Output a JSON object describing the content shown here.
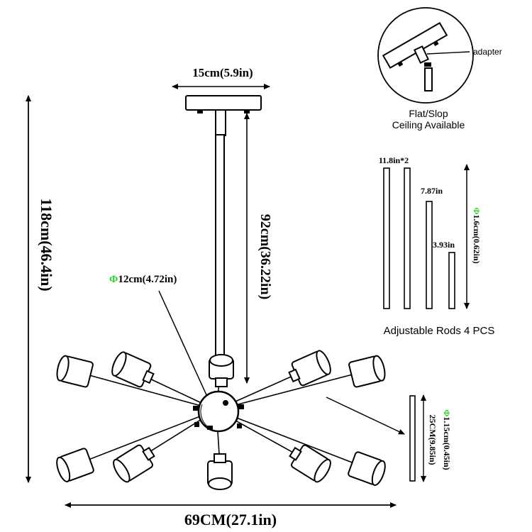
{
  "dimensions": {
    "canopy_width": "15cm(5.9in)",
    "total_height": "118cm(46.4in)",
    "rod_length": "92cm(36.22in)",
    "center_prefix": "Φ",
    "center_diameter": "12cm(4.72in)",
    "total_width": "69CM(27.1in)"
  },
  "inset": {
    "adapter_label": "adapter",
    "ceiling_line1": "Flat/Slop",
    "ceiling_line2": "Ceiling Available"
  },
  "rods": {
    "label_long": "11.8in*2",
    "label_mid": "7.87in",
    "label_short": "3.93in",
    "diameter_prefix": "Φ",
    "diameter": "1.6cm(0.62in)",
    "caption": "Adjustable Rods 4 PCS"
  },
  "arm": {
    "length": "25CM(9.85in)",
    "diameter_prefix": "Φ",
    "diameter": "1.15cm(0.45in)"
  },
  "colors": {
    "line": "#000000",
    "accent": "#2fd12f",
    "background": "#ffffff"
  }
}
